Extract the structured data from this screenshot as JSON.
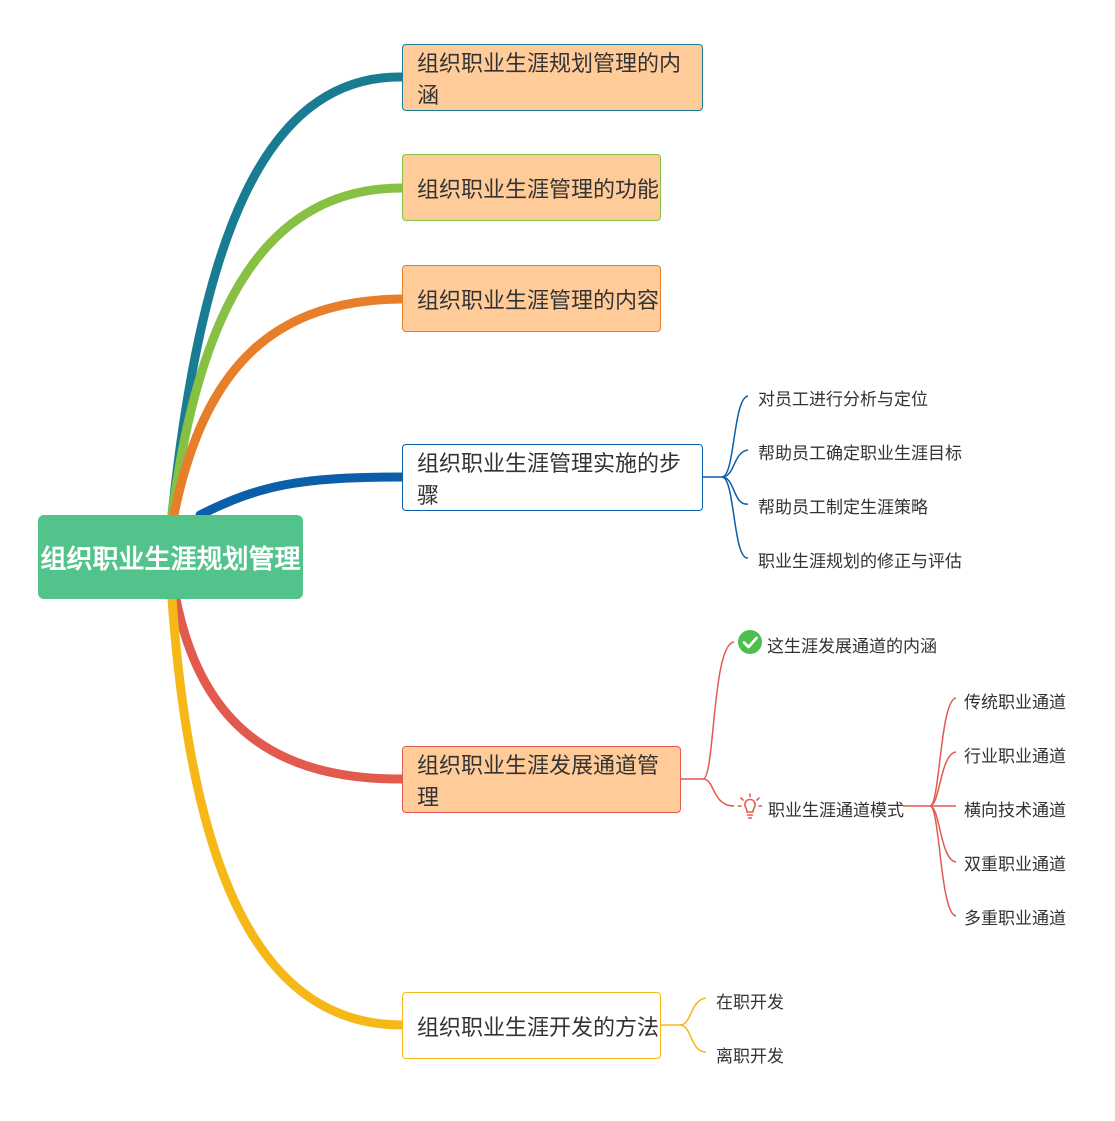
{
  "colors": {
    "root_fill": "#52c48b",
    "branch_teal": "#1a7c93",
    "branch_green": "#86c143",
    "branch_orange": "#e67e2a",
    "branch_blue": "#0a5fa8",
    "branch_red": "#e25a4e",
    "branch_yellow": "#f6b817",
    "topic_fill": "#ffcc99"
  },
  "root": {
    "label": "组织职业生涯规划管理"
  },
  "branches": [
    {
      "label": "组织职业生涯规划管理的内涵"
    },
    {
      "label": "组织职业生涯管理的功能"
    },
    {
      "label": "组织职业生涯管理的内容"
    },
    {
      "label": "组织职业生涯管理实施的步骤",
      "children": [
        "对员工进行分析与定位",
        "帮助员工确定职业生涯目标",
        "帮助员工制定生涯策略",
        "职业生涯规划的修正与评估"
      ]
    },
    {
      "label": "组织职业生涯发展通道管理",
      "children": [
        {
          "label": "这生涯发展通道的内涵",
          "icon": "check-circle-icon"
        },
        {
          "label": "职业生涯通道模式",
          "icon": "lightbulb-icon",
          "children": [
            "传统职业通道",
            "行业职业通道",
            "横向技术通道",
            "双重职业通道",
            "多重职业通道"
          ]
        }
      ]
    },
    {
      "label": "组织职业生涯开发的方法",
      "children": [
        "在职开发",
        "离职开发"
      ]
    }
  ]
}
